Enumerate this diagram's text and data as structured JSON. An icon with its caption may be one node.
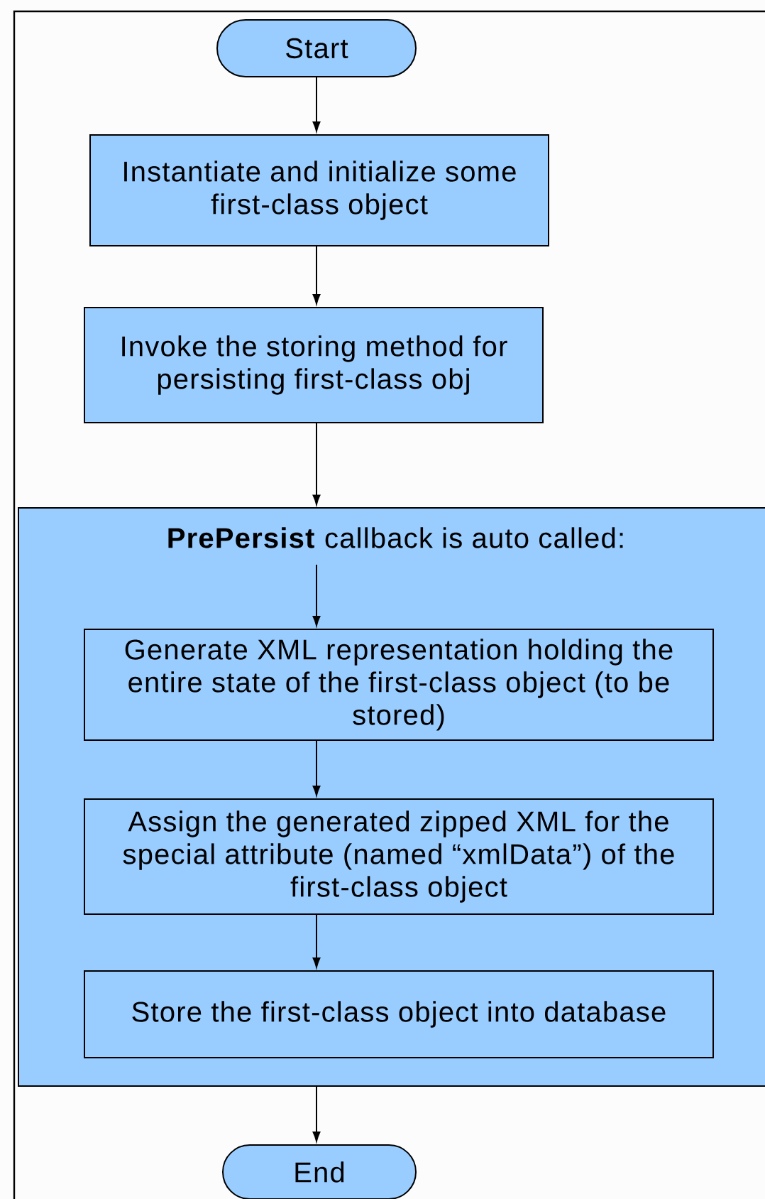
{
  "diagram": {
    "nodes": [
      {
        "text": [
          "Start"
        ]
      },
      {
        "text": [
          "Instantiate and initialize some first-class object"
        ]
      },
      {
        "text": [
          "Invoke the storing method for persisting first-class obj"
        ]
      },
      {
        "text": [
          "**PrePersist** callback is auto called:"
        ]
      },
      {
        "text": [
          "Generate XML representation holding the entire state of the first-class object (to be stored)"
        ],
        "in": 3
      },
      {
        "text": [
          "Assign the generated zipped XML for the special attribute (named “xmlData”) of the first-class object"
        ],
        "in": 3
      },
      {
        "text": [
          "Store the first-class object into database"
        ],
        "in": 3
      },
      {
        "text": [
          "End"
        ]
      }
    ],
    "edges": [
      {
        "from": 0,
        "to": 1,
        "arrow": "to"
      },
      {
        "from": 1,
        "to": 2,
        "arrow": "to"
      },
      {
        "from": 2,
        "to": 3,
        "arrow": "to"
      },
      {
        "from": 3,
        "to": 4,
        "arrow": "to"
      },
      {
        "from": 4,
        "to": 5,
        "arrow": "to"
      },
      {
        "from": 5,
        "to": 6,
        "arrow": "to"
      },
      {
        "from": 3,
        "to": 7,
        "arrow": "to"
      }
    ]
  }
}
